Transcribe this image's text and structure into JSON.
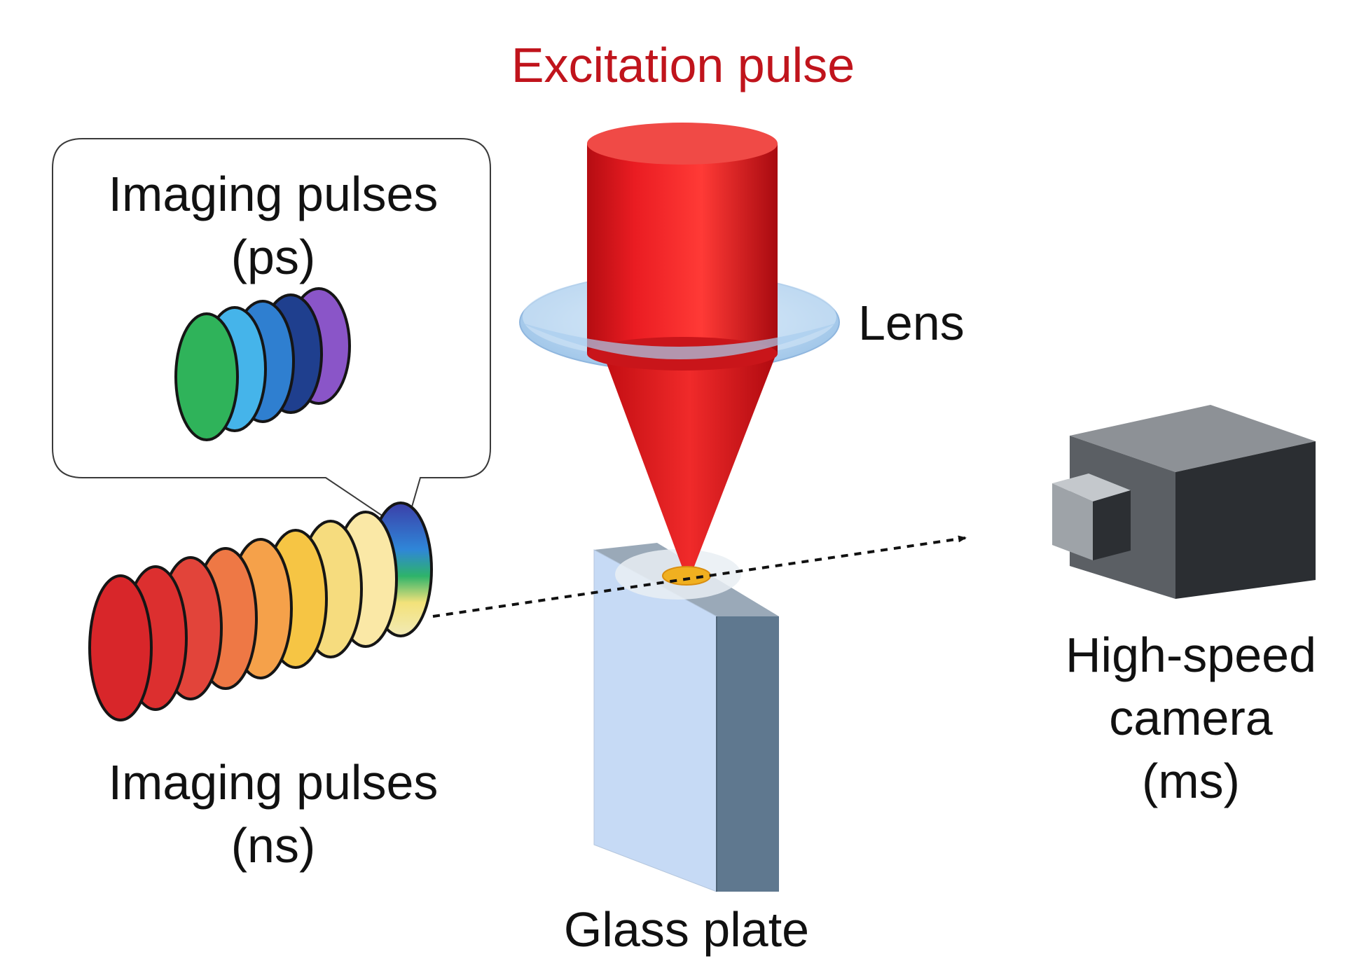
{
  "labels": {
    "excitation": "Excitation pulse",
    "lens": "Lens",
    "imaging_ps": [
      "Imaging pulses",
      "(ps)"
    ],
    "imaging_ns": [
      "Imaging pulses",
      "(ns)"
    ],
    "camera": [
      "High-speed",
      "camera",
      "(ms)"
    ],
    "glass": "Glass plate"
  },
  "colors": {
    "excitation_text": "#c0141c",
    "label_text": "#111111",
    "beam": "#e41019",
    "lens": "#a9cdee",
    "glass_front": "#c8dcf6",
    "glass_side": "#5f788f",
    "camera_body": "#2f3236",
    "spot": "#f0b020"
  },
  "pulse_colors": {
    "ps": [
      "#2fb35a",
      "#45b4ea",
      "#2f7fd0",
      "#1f3f8e",
      "#8a55c8"
    ],
    "ns": [
      "#d8262a",
      "#dc2f2f",
      "#e2443a",
      "#ee7845",
      "#f5a14a",
      "#f6c544",
      "#f6dc7e",
      "#fae8a6",
      "#f2eab6"
    ]
  }
}
